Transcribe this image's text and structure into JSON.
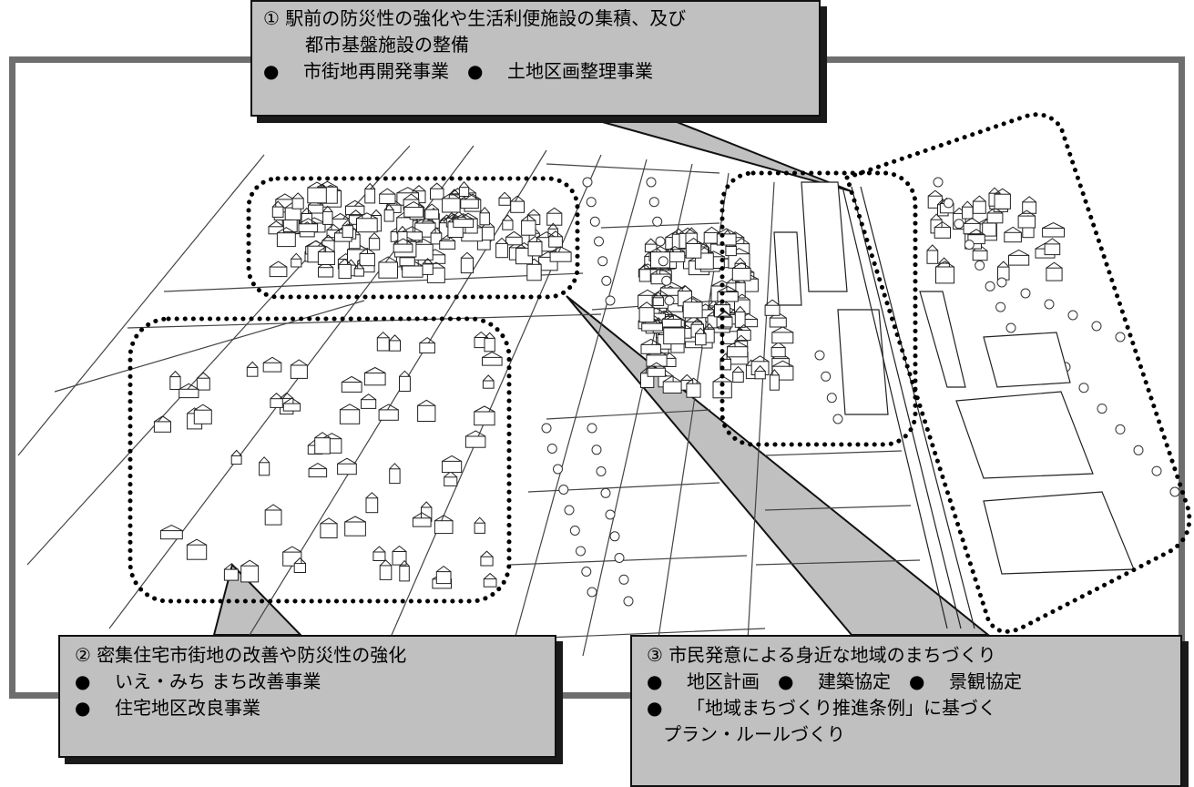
{
  "callout1": {
    "line1": "① 駅前の防災性の強化や生活利便施設の集積、及び",
    "line2": "都市基盤施設の整備",
    "items": [
      "市街地再開発事業",
      "土地区画整理事業"
    ]
  },
  "callout2": {
    "line1": "② 密集住宅市街地の改善や防災性の強化",
    "items": [
      "いえ・みち まち改善事業",
      "住宅地区改良事業"
    ]
  },
  "callout3": {
    "line1": "③ 市民発意による身近な地域のまちづくり",
    "items": [
      "地区計画",
      "建築協定",
      "景観協定"
    ],
    "item4": "「地域まちづくり推進条例」に基づく",
    "item4_cont": "プラン・ルールづくり"
  },
  "bullet_symbol": "●",
  "colors": {
    "frame": "#6e6e6e",
    "callout_fill": "#c0c0c0",
    "callout_border": "#111111",
    "sketch_line": "#333333",
    "zone_outline": "#000000"
  }
}
